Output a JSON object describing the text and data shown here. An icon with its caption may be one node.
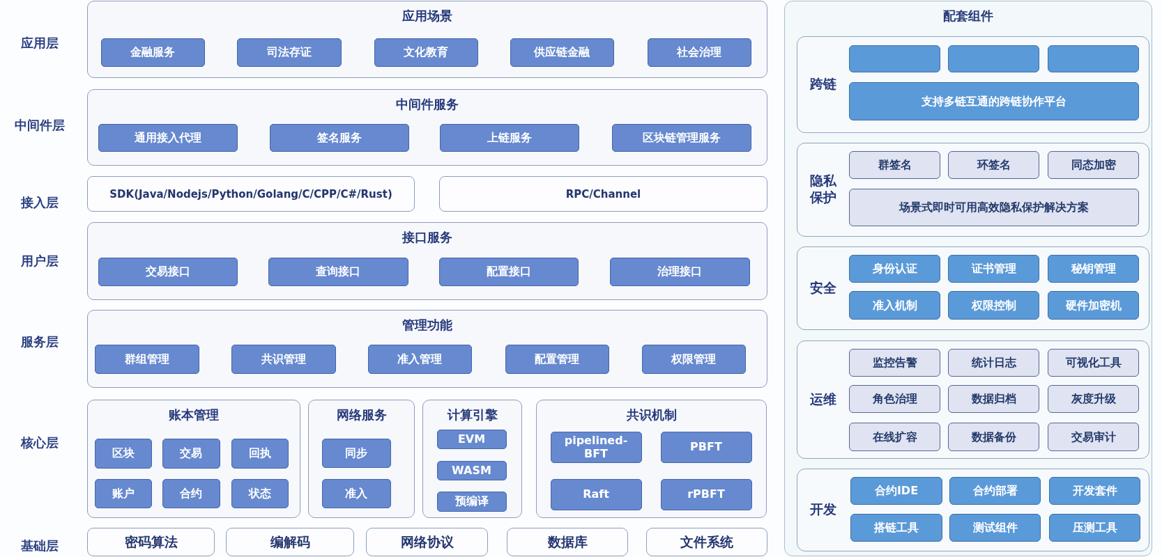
{
  "diagram": {
    "nodes": [
      {
        "text": [
          "应用场景"
        ]
      },
      {
        "text": [
          "金融服务"
        ],
        "in": 0
      },
      {
        "text": [
          "司法存证"
        ],
        "in": 0
      },
      {
        "text": [
          "文化教育"
        ],
        "in": 0
      },
      {
        "text": [
          "供应链金融"
        ],
        "in": 0
      },
      {
        "text": [
          "社会治理"
        ],
        "in": 0
      },
      {
        "text": [
          "中间件服务"
        ]
      },
      {
        "text": [
          "通用接入代理"
        ],
        "in": 6
      },
      {
        "text": [
          "签名服务"
        ],
        "in": 6
      },
      {
        "text": [
          "上链服务"
        ],
        "in": 6
      },
      {
        "text": [
          "区块链管理服务"
        ],
        "in": 6
      },
      {
        "text": [
          "SDK(Java/Nodejs/Python/Golang/C/CPP/C#/Rust)"
        ]
      },
      {
        "text": [
          "RPC/Channel"
        ]
      },
      {
        "text": [
          "接口服务"
        ]
      },
      {
        "text": [
          "交易接口"
        ],
        "in": 13
      },
      {
        "text": [
          "查询接口"
        ],
        "in": 13
      },
      {
        "text": [
          "配置接口"
        ],
        "in": 13
      },
      {
        "text": [
          "治理接口"
        ],
        "in": 13
      },
      {
        "text": [
          "管理功能"
        ]
      },
      {
        "text": [
          "群组管理"
        ],
        "in": 18
      },
      {
        "text": [
          "共识管理"
        ],
        "in": 18
      },
      {
        "text": [
          "准入管理"
        ],
        "in": 18
      },
      {
        "text": [
          "配置管理"
        ],
        "in": 18
      },
      {
        "text": [
          "权限管理"
        ],
        "in": 18
      },
      {
        "text": [
          "账本管理"
        ]
      },
      {
        "text": [
          "区块"
        ],
        "in": 24
      },
      {
        "text": [
          "交易"
        ],
        "in": 24
      },
      {
        "text": [
          "回执"
        ],
        "in": 24
      },
      {
        "text": [
          "账户"
        ],
        "in": 24
      },
      {
        "text": [
          "合约"
        ],
        "in": 24
      },
      {
        "text": [
          "状态"
        ],
        "in": 24
      },
      {
        "text": [
          "网络服务"
        ]
      },
      {
        "text": [
          "同步"
        ],
        "in": 31
      },
      {
        "text": [
          "准入"
        ],
        "in": 31
      },
      {
        "text": [
          "计算引擎"
        ]
      },
      {
        "text": [
          "EVM"
        ],
        "in": 34
      },
      {
        "text": [
          "WASM"
        ],
        "in": 34
      },
      {
        "text": [
          "预编译"
        ],
        "in": 34
      },
      {
        "text": [
          "共识机制"
        ]
      },
      {
        "text": [
          "pipelined-BFT"
        ],
        "in": 38
      },
      {
        "text": [
          "PBFT"
        ],
        "in": 38
      },
      {
        "text": [
          "Raft"
        ],
        "in": 38
      },
      {
        "text": [
          "rPBFT"
        ],
        "in": 38
      },
      {
        "text": [
          "密码算法"
        ]
      },
      {
        "text": [
          "编解码"
        ]
      },
      {
        "text": [
          "网络协议"
        ]
      },
      {
        "text": [
          "数据库"
        ]
      },
      {
        "text": [
          "文件系统"
        ]
      },
      {
        "text": [
          "配套组件"
        ]
      },
      {
        "text": [
          "跨链"
        ],
        "in": 48
      },
      {
        "text": [],
        "shape": "box",
        "in": 49
      },
      {
        "text": [],
        "shape": "box",
        "in": 49
      },
      {
        "text": [],
        "shape": "box",
        "in": 49
      },
      {
        "text": [
          "支持多链互通的跨链协作平台"
        ],
        "in": 49
      },
      {
        "text": [
          "隐私保护"
        ],
        "in": 48
      },
      {
        "text": [
          "群签名"
        ],
        "in": 54
      },
      {
        "text": [
          "环签名"
        ],
        "in": 54
      },
      {
        "text": [
          "同态加密"
        ],
        "in": 54
      },
      {
        "text": [
          "场景式即时可用高效隐私保护解决方案"
        ],
        "in": 54
      },
      {
        "text": [
          "安全"
        ],
        "in": 48
      },
      {
        "text": [
          "身份认证"
        ],
        "in": 59
      },
      {
        "text": [
          "证书管理"
        ],
        "in": 59
      },
      {
        "text": [
          "秘钥管理"
        ],
        "in": 59
      },
      {
        "text": [
          "准入机制"
        ],
        "in": 59
      },
      {
        "text": [
          "权限控制"
        ],
        "in": 59
      },
      {
        "text": [
          "硬件加密机"
        ],
        "in": 59
      },
      {
        "text": [
          "运维"
        ],
        "in": 48
      },
      {
        "text": [
          "监控告警"
        ],
        "in": 66
      },
      {
        "text": [
          "统计日志"
        ],
        "in": 66
      },
      {
        "text": [
          "可视化工具"
        ],
        "in": 66
      },
      {
        "text": [
          "角色治理"
        ],
        "in": 66
      },
      {
        "text": [
          "数据归档"
        ],
        "in": 66
      },
      {
        "text": [
          "灰度升级"
        ],
        "in": 66
      },
      {
        "text": [
          "在线扩容"
        ],
        "in": 66
      },
      {
        "text": [
          "数据备份"
        ],
        "in": 66
      },
      {
        "text": [
          "交易审计"
        ],
        "in": 66
      },
      {
        "text": [
          "开发"
        ],
        "in": 48
      },
      {
        "text": [
          "合约IDE"
        ],
        "in": 76
      },
      {
        "text": [
          "合约部署"
        ],
        "in": 76
      },
      {
        "text": [
          "开发套件"
        ],
        "in": 76
      },
      {
        "text": [
          "搭链工具"
        ],
        "in": 76
      },
      {
        "text": [
          "测试组件"
        ],
        "in": 76
      },
      {
        "text": [
          "压测工具"
        ],
        "in": 76
      }
    ],
    "labels": [
      "应用层",
      "中间件层",
      "接入层",
      "用户层",
      "服务层",
      "核心层",
      "基础层"
    ]
  }
}
